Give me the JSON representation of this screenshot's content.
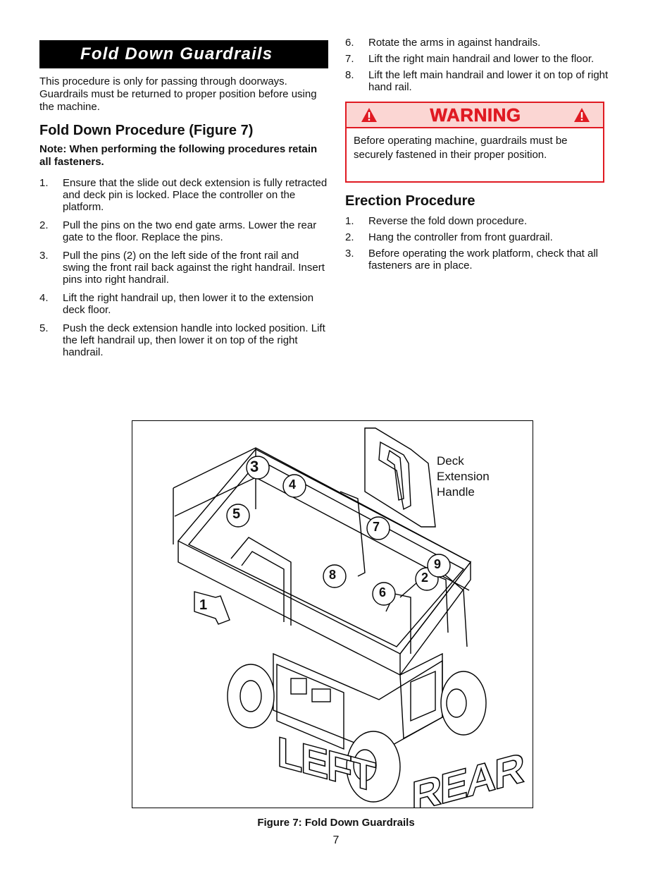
{
  "section_title": "Fold Down Guardrails",
  "intro": "This procedure is only for passing through doorways. Guardrails must be returned to proper position before using the machine.",
  "fold_down": {
    "heading": "Fold Down Procedure (Figure 7)",
    "note": "Note: When performing the following procedures retain all fasteners.",
    "steps_left": [
      {
        "num": "1.",
        "text": "Ensure that the slide out deck extension is fully retracted and deck pin is locked. Place the controller on the platform."
      },
      {
        "num": "2.",
        "text": "Pull the pins on the two end gate arms. Lower the rear gate to the floor. Replace the pins."
      },
      {
        "num": "3.",
        "text": "Pull the pins (2) on the left side of the front rail and swing the front rail back against the right handrail. Insert pins into right handrail."
      },
      {
        "num": "4.",
        "text": "Lift the right handrail up, then lower it to the extension deck floor."
      },
      {
        "num": "5.",
        "text": "Push the deck extension handle into locked position. Lift the left handrail up, then lower it on top of the right handrail."
      }
    ],
    "steps_right": [
      {
        "num": "6.",
        "text": "Rotate the arms in against handrails."
      },
      {
        "num": "7.",
        "text": "Lift the right main handrail and lower to the floor."
      },
      {
        "num": "8.",
        "text": "Lift the left main handrail and lower it on top of right hand rail."
      }
    ]
  },
  "warning": {
    "title": "WARNING",
    "text": "Before operating machine, guardrails must be securely fastened in their proper position."
  },
  "erection": {
    "heading": "Erection  Procedure",
    "steps": [
      {
        "num": "1.",
        "text": "Reverse the fold down procedure."
      },
      {
        "num": "2.",
        "text": "Hang the controller from front guardrail."
      },
      {
        "num": "3.",
        "text": "Before operating the work platform, check that all fasteners are in place."
      }
    ]
  },
  "figure": {
    "callout": "Deck Extension Handle",
    "callout_lines": [
      "Deck",
      "Extension",
      "Handle"
    ],
    "step_markers": [
      "1",
      "2",
      "3",
      "4",
      "5",
      "6",
      "7",
      "8",
      "9"
    ],
    "left_label": "LEFT",
    "rear_label": "REAR",
    "caption": "Figure 7: Fold Down Guardrails"
  },
  "page_number": "7",
  "colors": {
    "warning_red": "#e01a22",
    "warning_fill": "#fbd6d3",
    "title_bar": "#000000"
  }
}
